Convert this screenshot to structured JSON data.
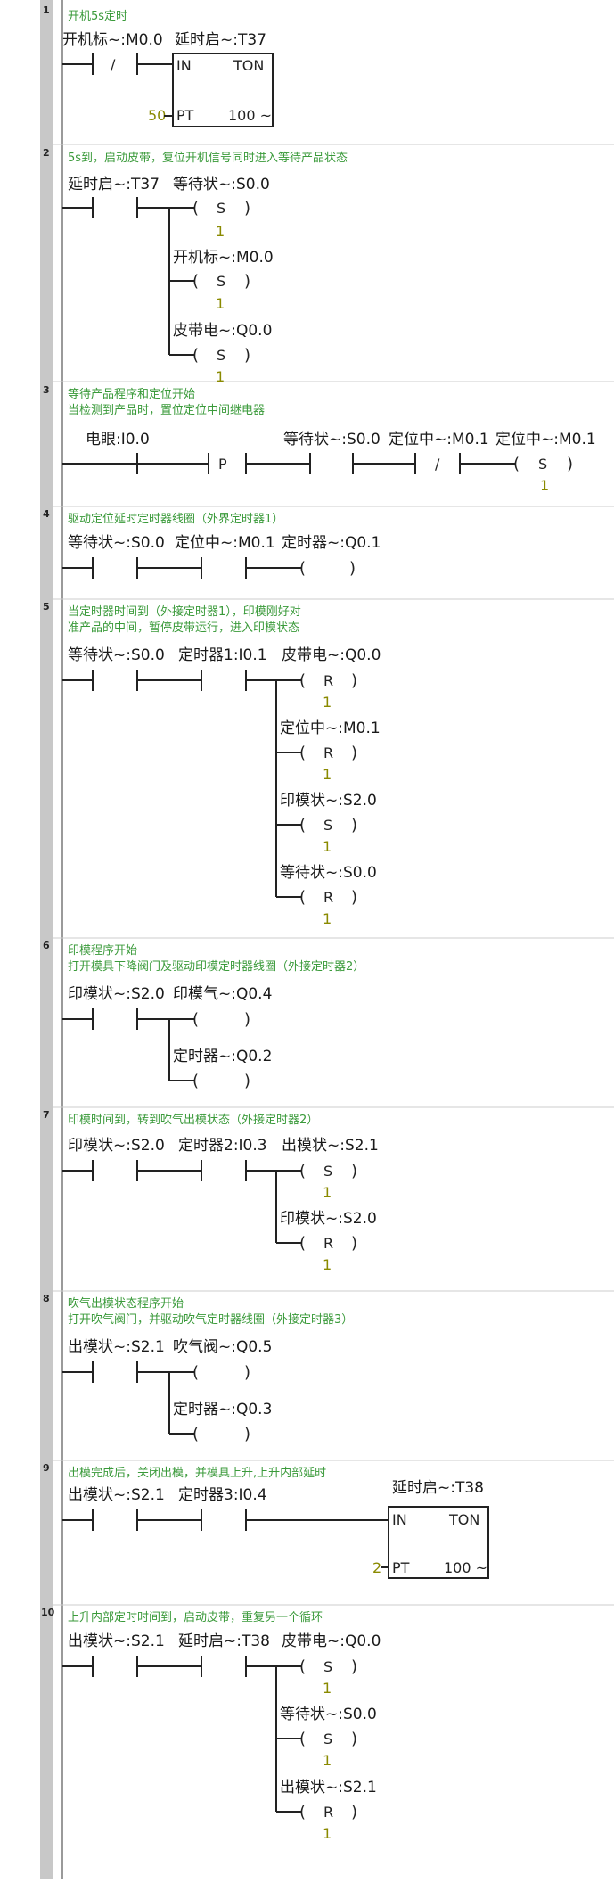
{
  "labels": {
    "c1": "开机5s定时",
    "c2": "5s到，启动皮带，复位开机信号同时进入等待产品状态",
    "c3": "等待产品程序和定位开始",
    "c3b": "当检测到产品时，置位定位中间继电器",
    "c4": "驱动定位延时定时器线圈（外界定时器1）",
    "c5": "当定时器时间到（外接定时器1），印模刚好对",
    "c5b": "准产品的中间，暂停皮带运行，进入印模状态",
    "c6": "印模程序开始",
    "c6b": "打开模具下降阀门及驱动印模定时器线圈（外接定时器2）",
    "c7": "印模时间到，转到吹气出模状态（外接定时器2）",
    "c8": "吹气出模状态程序开始",
    "c8b": "打开吹气阀门，并驱动吹气定时器线圈（外接定时器3）",
    "c9": "出模完成后，关闭出模，并模具上升,上升内部延时",
    "c10": "上升内部定时时间到，启动皮带，重复另一个循环",
    "m00": "开机标~:M0.0",
    "t37": "延时启~:T37",
    "t38": "延时启~:T38",
    "s00": "等待状~:S0.0",
    "q00": "皮带电~:Q0.0",
    "i00": "电眼:I0.0",
    "m01": "定位中~:M0.1",
    "q01": "定时器~:Q0.1",
    "i01": "定时器1:I0.1",
    "s20": "印模状~:S2.0",
    "q04": "印模气~:Q0.4",
    "q02": "定时器~:Q0.2",
    "i03": "定时器2:I0.3",
    "s21": "出模状~:S2.1",
    "q05": "吹气阀~:Q0.5",
    "q03": "定时器~:Q0.3",
    "i04": "定时器3:I0.4",
    "in": "IN",
    "ton": "TON",
    "pt": "PT",
    "ms100": "100 ~",
    "pt50": "50",
    "pt2": "2",
    "one": "1",
    "neg": "/",
    "p": "P",
    "S": "S",
    "R": "R",
    "n1": "1",
    "n2": "2",
    "n3": "3",
    "n4": "4",
    "n5": "5",
    "n6": "6",
    "n7": "7",
    "n8": "8",
    "n9": "9",
    "n10": "10"
  }
}
